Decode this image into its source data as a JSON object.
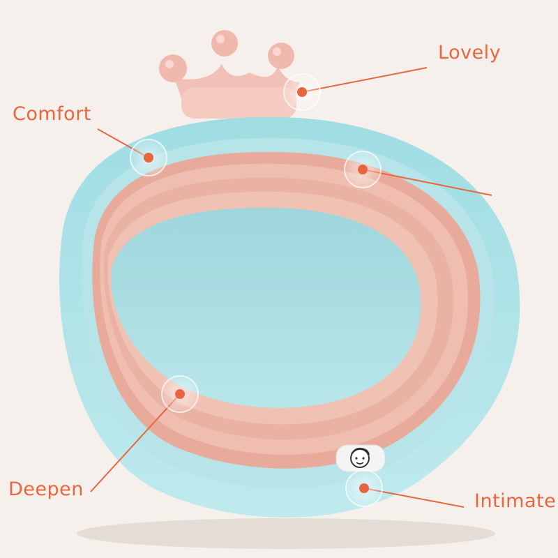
{
  "callouts": {
    "lovely": "Lovely",
    "comfort": "Comfort",
    "deepen": "Deepen",
    "intimate": "Intimate"
  },
  "colors": {
    "background": "#f5f0eb",
    "callout": "#e8663d",
    "basin_rim": "#a9e1e6",
    "basin_inner": "#a3dbe0",
    "folds": "#eab6a5",
    "crown": "#f3c5bb"
  },
  "icons": [
    "crown-icon",
    "baby-face-icon"
  ]
}
